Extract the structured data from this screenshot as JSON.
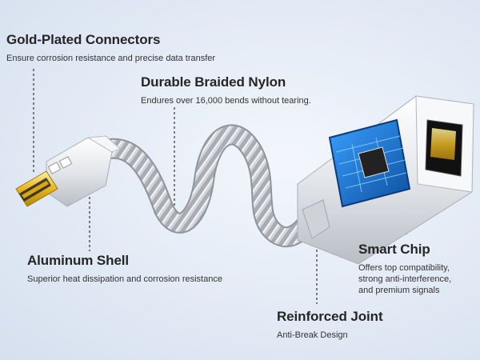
{
  "callouts": {
    "gold_connectors": {
      "title": "Gold-Plated Connectors",
      "description": "Ensure corrosion resistance and precise data transfer"
    },
    "braided_nylon": {
      "title": "Durable Braided Nylon",
      "description": "Endures over 16,000 bends without tearing."
    },
    "aluminum_shell": {
      "title": "Aluminum Shell",
      "description": "Superior heat dissipation and corrosion resistance"
    },
    "smart_chip": {
      "title": "Smart Chip",
      "description_lines": [
        "Offers top compatibility,",
        "strong anti-interference,",
        "and premium signals"
      ]
    },
    "reinforced_joint": {
      "title": "Reinforced Joint",
      "description": "Anti-Break Design"
    }
  },
  "colors": {
    "background": "#e2eaf5",
    "gold": "#e6b520",
    "aluminum": "#dfe2e6",
    "braid": "#c9ccd0",
    "pcb": "#1a6fc4",
    "text": "#262626"
  }
}
